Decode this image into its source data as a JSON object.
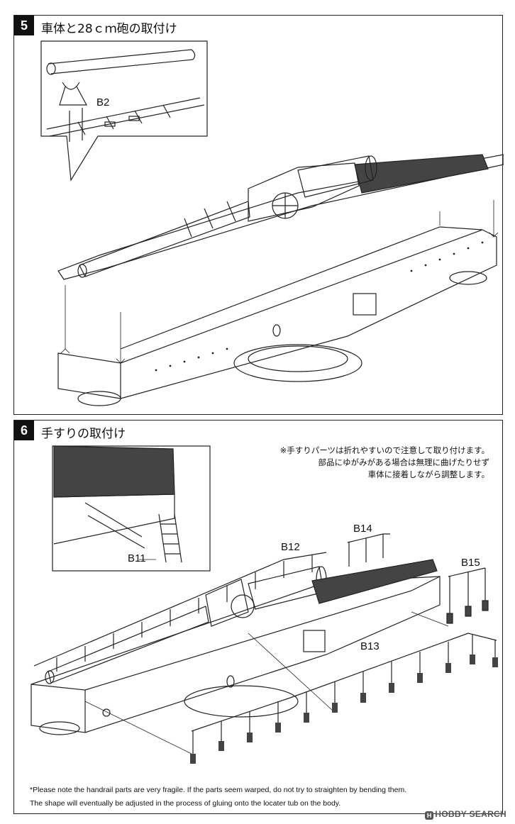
{
  "step5": {
    "number": "5",
    "title": "車体と28ｃｍ砲の取付け",
    "part_b2": "B2"
  },
  "step6": {
    "number": "6",
    "title": "手すりの取付け",
    "note_jp": [
      "※手すりパーツは折れやすいので注意して取り付けます。",
      "部品にゆがみがある場合は無理に曲げたりせず",
      "車体に接着しながら調整します。"
    ],
    "part_b11": "B11",
    "part_b12": "B12",
    "part_b13": "B13",
    "part_b14": "B14",
    "part_b15": "B15",
    "note_en": [
      "*Please note the handrail parts are very fragile. If the parts seem warped, do not try to straighten by bending them.",
      "The shape will eventually be adjusted in the process of gluing onto the locater tub on the body."
    ]
  },
  "watermark": {
    "brand": "HOBBY SEARCH"
  }
}
